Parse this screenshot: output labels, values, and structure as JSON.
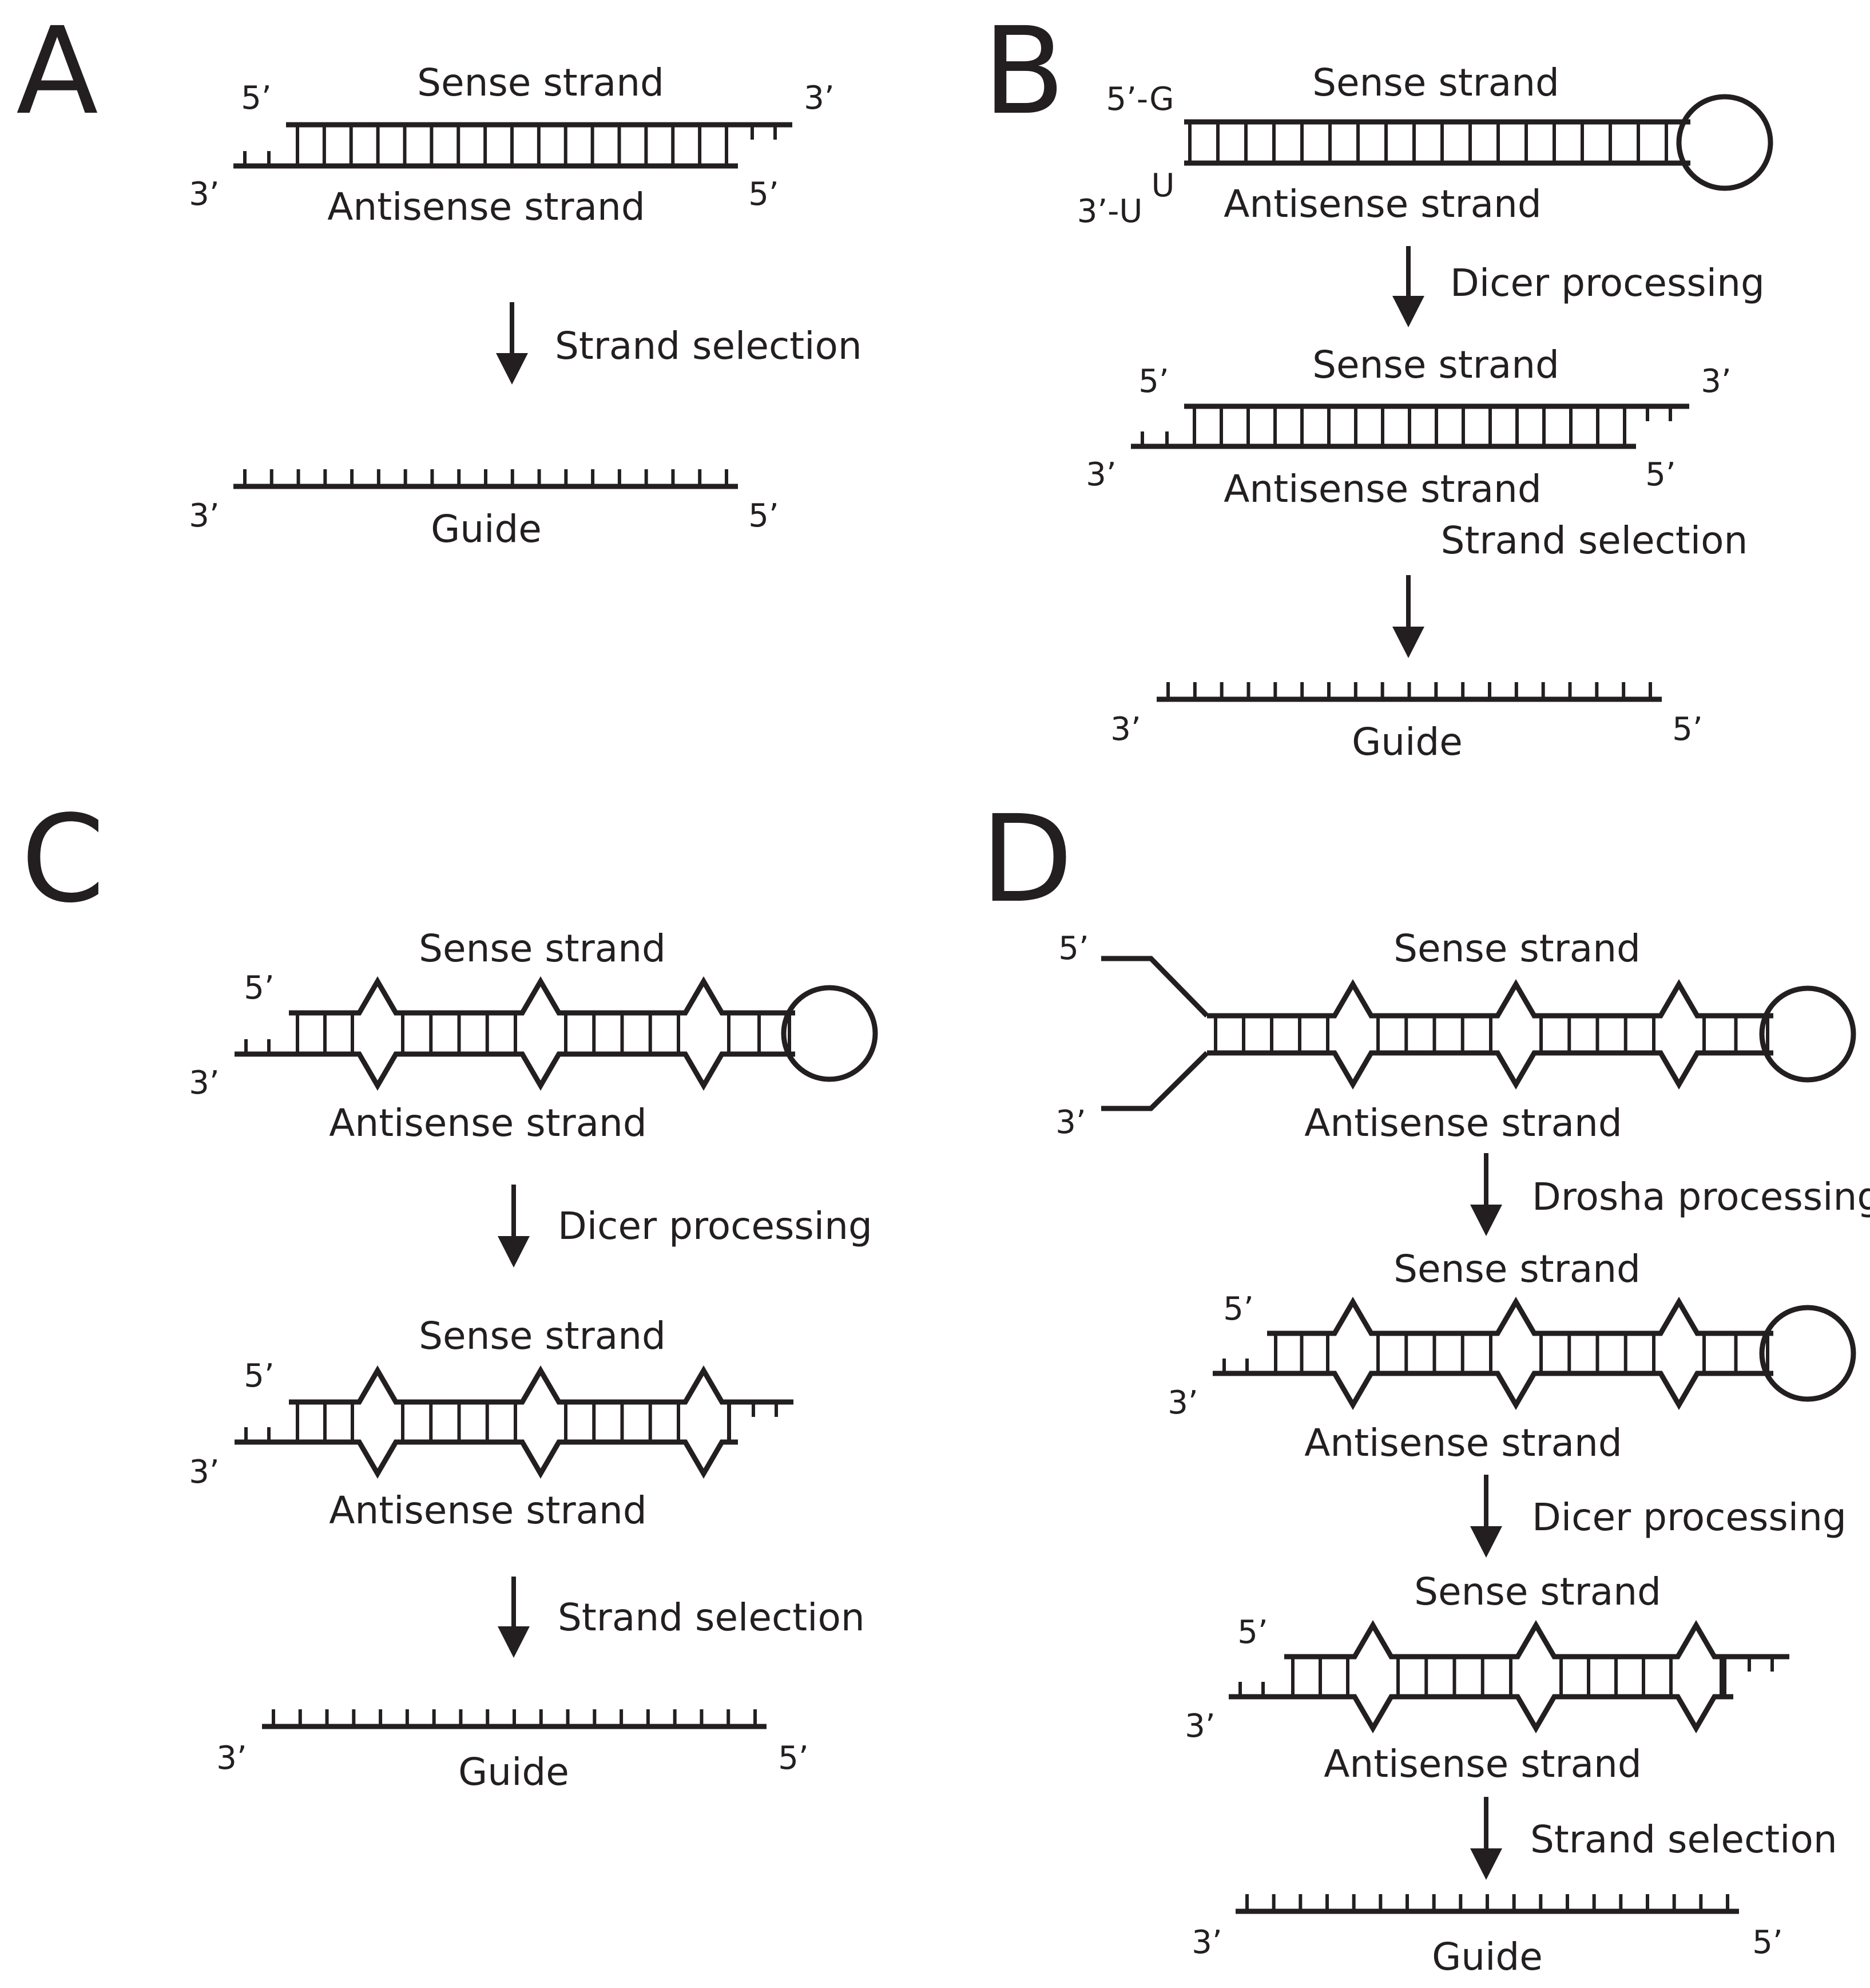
{
  "panels": {
    "a": {
      "letter": "A",
      "sense": "Sense strand",
      "antisense": "Antisense strand",
      "end5_top": "5’",
      "end3_top": "3’",
      "end3_bottom": "3’",
      "end5_bottom": "5’",
      "step1": "Strand selection",
      "guide": "Guide",
      "guide_3": "3’",
      "guide_5": "5’"
    },
    "b": {
      "letter": "B",
      "sense": "Sense strand",
      "end5_g": "5’-G",
      "end_u": "U",
      "end3_u": "3’-U",
      "antisense": "Antisense strand",
      "step1": "Dicer processing",
      "sense2": "Sense strand",
      "end5_top2": "5’",
      "end3_top2": "3’",
      "end3_bottom2": "3’",
      "end5_bottom2": "5’",
      "antisense2": "Antisense strand",
      "step2": "Strand selection",
      "guide": "Guide",
      "guide_3": "3’",
      "guide_5": "5’"
    },
    "c": {
      "letter": "C",
      "sense": "Sense strand",
      "end5_top": "5’",
      "end3_bottom": "3’",
      "antisense": "Antisense strand",
      "step1": "Dicer processing",
      "sense2": "Sense strand",
      "end5_top2": "5’",
      "end3_bottom2": "3’",
      "antisense2": "Antisense strand",
      "step2": "Strand selection",
      "guide": "Guide",
      "guide_3": "3’",
      "guide_5": "5’"
    },
    "d": {
      "letter": "D",
      "sense": "Sense strand",
      "end5_top": "5’",
      "end3_bottom": "3’",
      "antisense": "Antisense strand",
      "step1": "Drosha processing",
      "sense2": "Sense strand",
      "end5_top2": "5’",
      "end3_bottom2": "3’",
      "antisense2": "Antisense strand",
      "step2": "Dicer processing",
      "sense3": "Sense strand",
      "end5_top3": "5’",
      "end3_bottom3": "3’",
      "antisense3": "Antisense strand",
      "step3": "Strand selection",
      "guide": "Guide",
      "guide_3": "3’",
      "guide_5": "5’"
    }
  },
  "colors": {
    "ink": "#231f20",
    "background": "#ffffff"
  }
}
